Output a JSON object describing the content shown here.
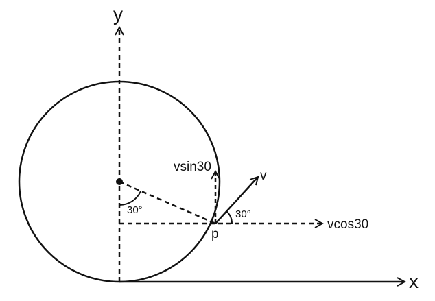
{
  "diagram": {
    "axes": {
      "x_label": "x",
      "y_label": "y"
    },
    "labels": {
      "point": "p",
      "velocity": "v",
      "vertical_component": "vsin30",
      "horizontal_component": "vcos30",
      "angle_at_center": "30°",
      "angle_at_point": "30°"
    },
    "colors": {
      "ink": "#111111",
      "background": "#ffffff"
    }
  }
}
